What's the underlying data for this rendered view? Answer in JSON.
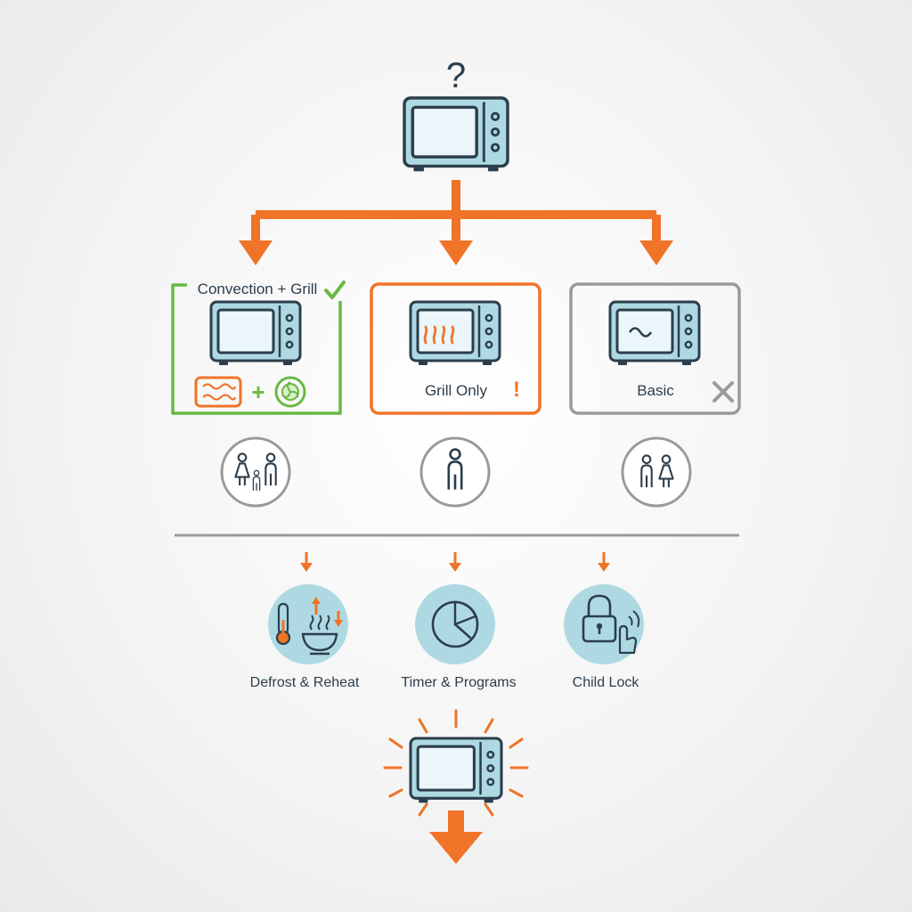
{
  "colors": {
    "orange": "#f07428",
    "green": "#6ab844",
    "gray": "#9a9a9a",
    "outline": "#2c3e4c",
    "fill": "#aed9e3"
  },
  "top": {
    "question_mark": "?"
  },
  "options": [
    {
      "label": "Convection + Grill",
      "status_icon": "checkmark-icon"
    },
    {
      "label": "Grill Only",
      "status_mark": "!"
    },
    {
      "label": "Basic",
      "status_icon": "cross-icon"
    }
  ],
  "users": [
    "family-icon",
    "single-person-icon",
    "couple-icon"
  ],
  "features": [
    {
      "label": "Defrost & Reheat",
      "icon": "thermometer-bowl-icon"
    },
    {
      "label": "Timer & Programs",
      "icon": "timer-icon"
    },
    {
      "label": "Child Lock",
      "icon": "padlock-icon"
    }
  ]
}
